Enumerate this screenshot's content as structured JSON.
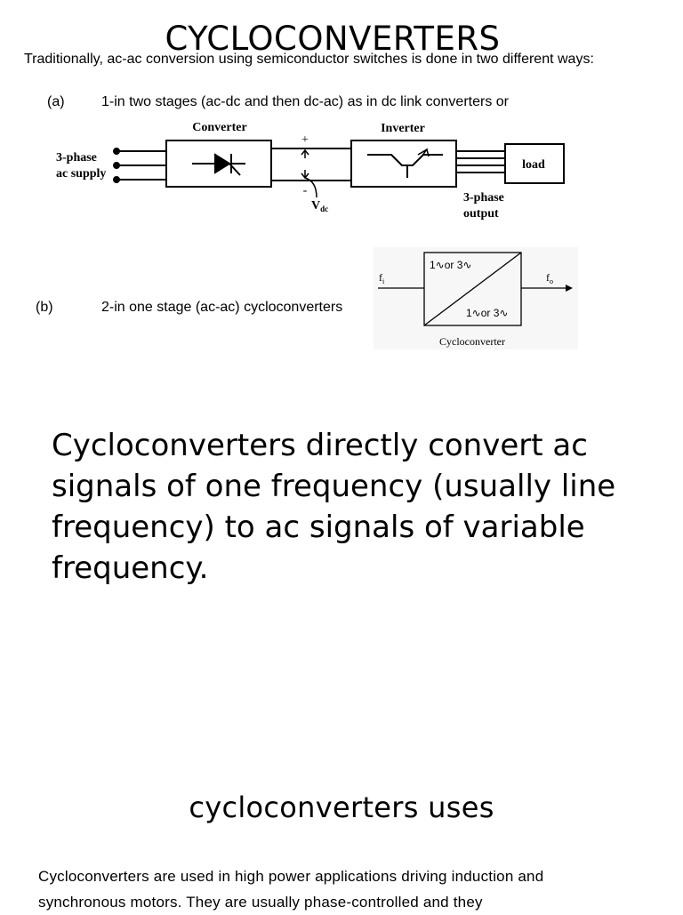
{
  "title": "CYCLOCONVERTERS",
  "intro": "Traditionally, ac-ac conversion using semiconductor switches is done in two different ways:",
  "item_a": {
    "label": "(a)",
    "text": "1-in  two stages (ac-dc and then dc-ac) as  in dc link converters or"
  },
  "figure_a": {
    "converter": "Converter",
    "inverter": "Inverter",
    "supply_line1": "3-phase",
    "supply_line2": "ac supply",
    "load": "load",
    "output_line1": "3-phase",
    "output_line2": "output",
    "plus": "+",
    "minus": "-",
    "vdc_main": "V",
    "vdc_sub": "dc"
  },
  "item_b": {
    "label": "(b)",
    "text": "2-in one stage (ac-ac) cycloconverters"
  },
  "figure_b": {
    "input_main": "f",
    "input_sub": "i",
    "output_main": "f",
    "output_sub": "o",
    "top_label": "1∿or 3∿",
    "bottom_label": "1∿or 3∿",
    "caption": "Cycloconverter"
  },
  "definition": "Cycloconverters directly convert ac signals of one frequency (usually line frequency) to ac signals of variable frequency.",
  "uses_heading": "cycloconverters uses",
  "uses_text": "Cycloconverters are used in high power applications driving induction and synchronous motors. They are usually phase-controlled and they"
}
